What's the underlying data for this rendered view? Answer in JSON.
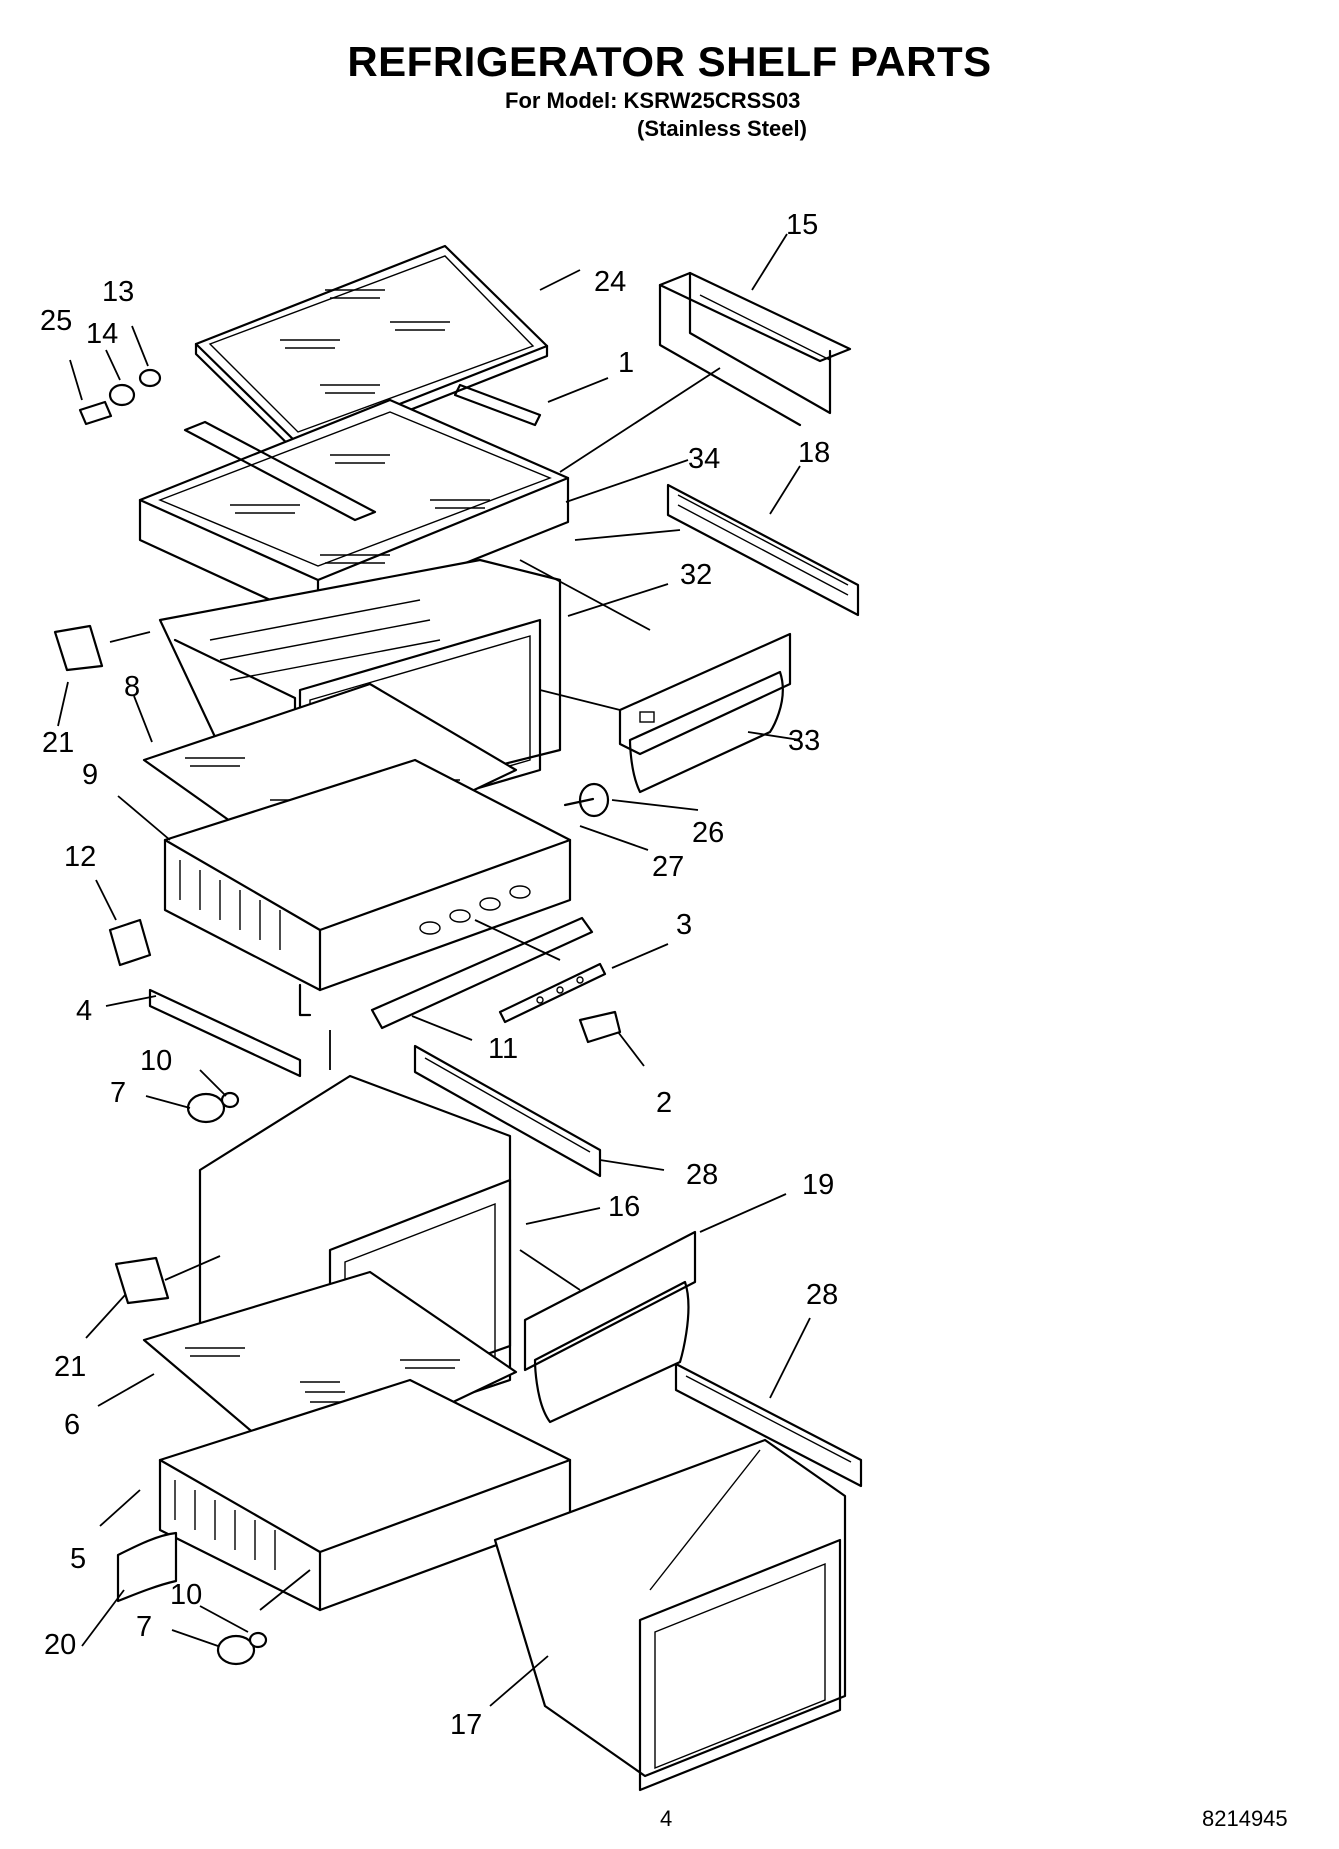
{
  "header": {
    "title": "REFRIGERATOR SHELF PARTS",
    "model_line": "For Model: KSRW25CRSS03",
    "variant_line": "(Stainless Steel)"
  },
  "footer": {
    "page_number": "4",
    "document_number": "8214945"
  },
  "callouts": [
    {
      "id": "c-15",
      "label": "15"
    },
    {
      "id": "c-24",
      "label": "24"
    },
    {
      "id": "c-13",
      "label": "13"
    },
    {
      "id": "c-25",
      "label": "25"
    },
    {
      "id": "c-14",
      "label": "14"
    },
    {
      "id": "c-1",
      "label": "1"
    },
    {
      "id": "c-34",
      "label": "34"
    },
    {
      "id": "c-18",
      "label": "18"
    },
    {
      "id": "c-32",
      "label": "32"
    },
    {
      "id": "c-8",
      "label": "8"
    },
    {
      "id": "c-21a",
      "label": "21"
    },
    {
      "id": "c-33",
      "label": "33"
    },
    {
      "id": "c-9",
      "label": "9"
    },
    {
      "id": "c-26",
      "label": "26"
    },
    {
      "id": "c-27",
      "label": "27"
    },
    {
      "id": "c-12",
      "label": "12"
    },
    {
      "id": "c-3",
      "label": "3"
    },
    {
      "id": "c-4",
      "label": "4"
    },
    {
      "id": "c-11",
      "label": "11"
    },
    {
      "id": "c-10a",
      "label": "10"
    },
    {
      "id": "c-7a",
      "label": "7"
    },
    {
      "id": "c-2",
      "label": "2"
    },
    {
      "id": "c-28a",
      "label": "28"
    },
    {
      "id": "c-16",
      "label": "16"
    },
    {
      "id": "c-19",
      "label": "19"
    },
    {
      "id": "c-28b",
      "label": "28"
    },
    {
      "id": "c-21b",
      "label": "21"
    },
    {
      "id": "c-6",
      "label": "6"
    },
    {
      "id": "c-5",
      "label": "5"
    },
    {
      "id": "c-10b",
      "label": "10"
    },
    {
      "id": "c-7b",
      "label": "7"
    },
    {
      "id": "c-20",
      "label": "20"
    },
    {
      "id": "c-17",
      "label": "17"
    }
  ]
}
